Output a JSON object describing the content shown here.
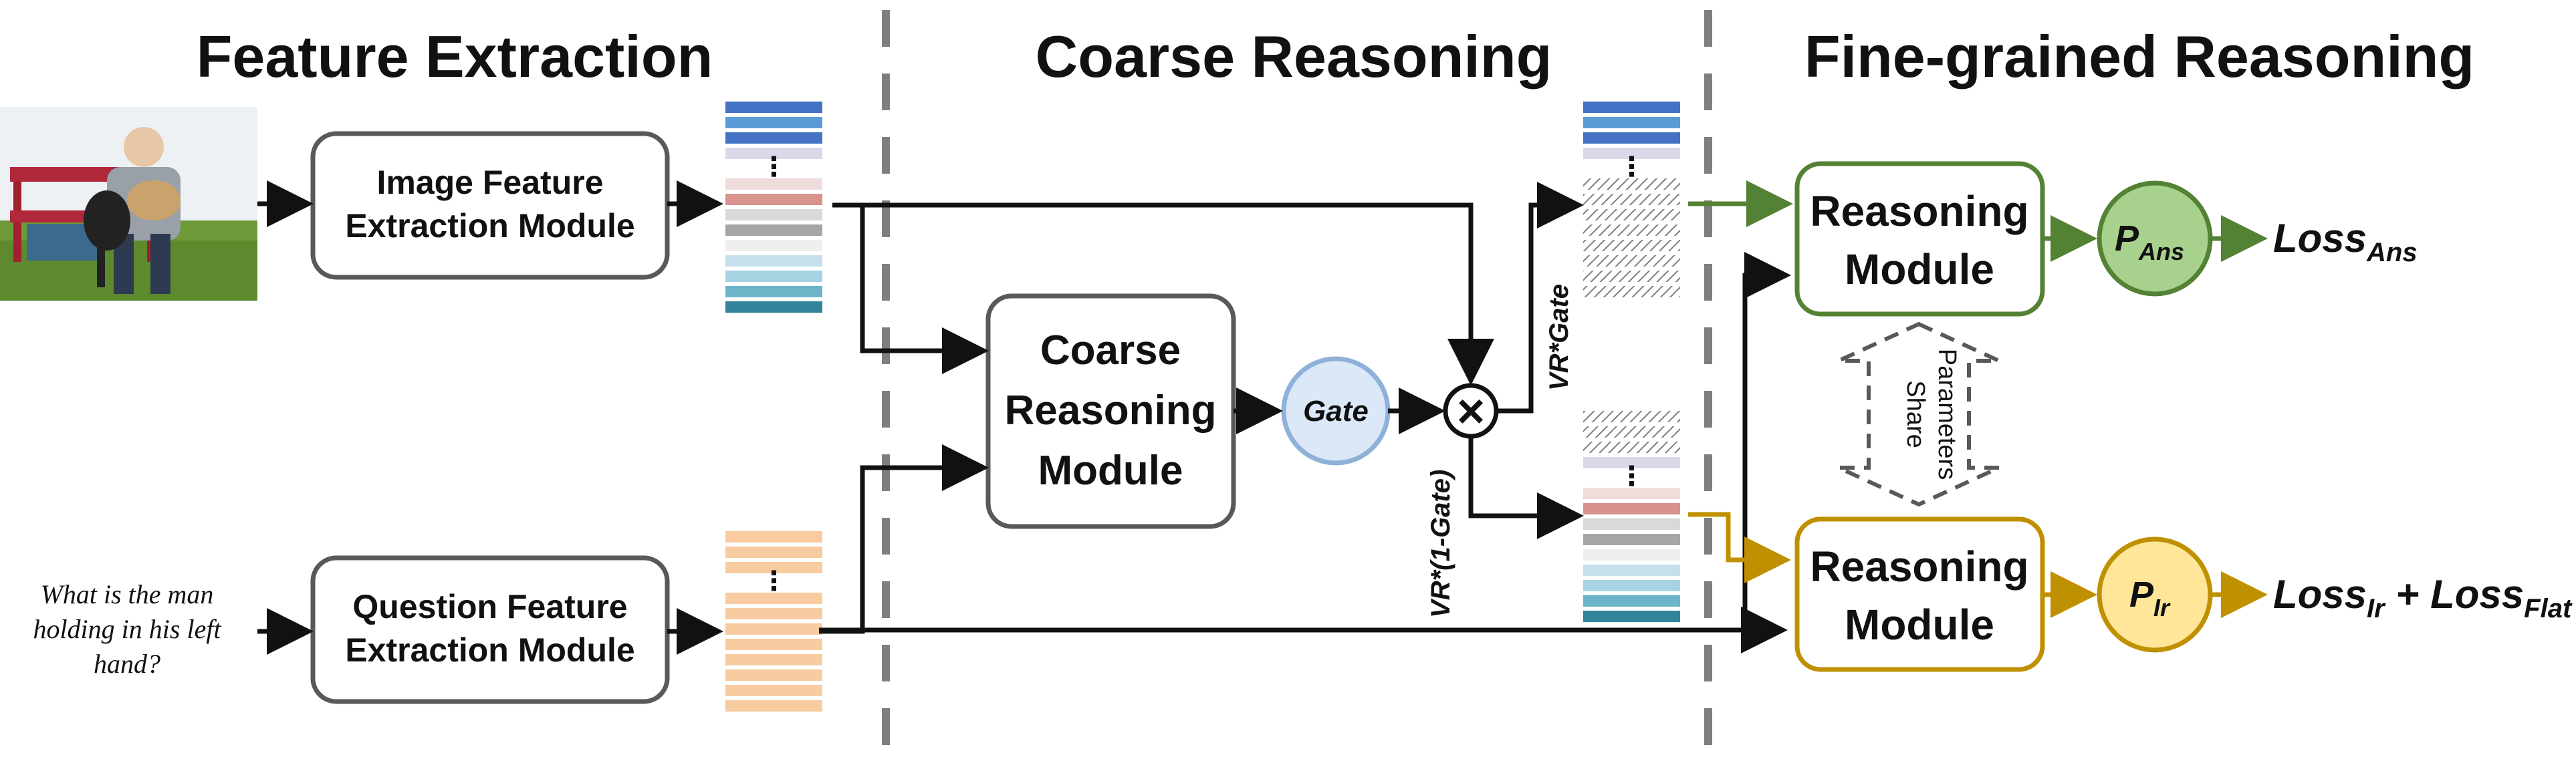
{
  "titles": {
    "feature_extraction": "Feature Extraction",
    "coarse_reasoning": "Coarse Reasoning",
    "fine_grained_reasoning": "Fine-grained Reasoning"
  },
  "modules": {
    "image_feature": [
      "Image Feature",
      "Extraction Module"
    ],
    "question_feature": [
      "Question Feature",
      "Extraction Module"
    ],
    "coarse_reasoning": [
      "Coarse",
      "Reasoning",
      "Module"
    ],
    "reasoning_top": [
      "Reasoning",
      "Module"
    ],
    "reasoning_bottom": [
      "Reasoning",
      "Module"
    ]
  },
  "gate": "Gate",
  "multiply_symbol": "×",
  "edge_labels": {
    "vr_gate": "VR*Gate",
    "vr_one_minus_gate": "VR*(1-Gate)"
  },
  "question_text": [
    "What is the man",
    "holding in his left",
    "hand?"
  ],
  "share_parameters": [
    "Share",
    "Parameters"
  ],
  "outputs": {
    "p_ans": {
      "main": "P",
      "sub": "Ans"
    },
    "p_ir": {
      "main": "P",
      "sub": "Ir"
    },
    "loss_ans": {
      "main": "Loss",
      "sub": "Ans"
    },
    "loss_ir_flat": [
      {
        "main": "Loss",
        "sub": "Ir"
      },
      {
        "main": " + Loss",
        "sub": "Flat"
      }
    ]
  },
  "ellipsis": "⋮",
  "colors": {
    "green": "#548235",
    "green_fill": "#a9d18e",
    "gold": "#bf9000",
    "gold_fill": "#ffe699",
    "gate_fill": "#dae8f7",
    "gate_stroke": "#8fb1d9",
    "orange_feature": "#f8cba0",
    "divider": "#7f7f7f"
  },
  "image_feature_stripes": [
    "#4472c4",
    "#5b9bd5",
    "#4472c4",
    "#dcd8ea",
    "dots",
    "#f1dcdc",
    "#d9938e",
    "#d9d9d9",
    "#a6a6a6",
    "#eeeeee",
    "#c5e0eb",
    "#a6d4e3",
    "#6cb5c8",
    "#31849b"
  ],
  "coarse_top_stripes": [
    "#4472c4",
    "#5b9bd5",
    "#4472c4",
    "#dcd8ea",
    "dots",
    "hatch",
    "hatch",
    "hatch",
    "hatch",
    "hatch",
    "hatch",
    "hatch",
    "hatch"
  ],
  "coarse_bottom_stripes": [
    "hatch",
    "hatch",
    "hatch",
    "#dcd8ea",
    "dots",
    "#f1dcdc",
    "#d9938e",
    "#d9d9d9",
    "#a6a6a6",
    "#eeeeee",
    "#c5e0eb",
    "#a6d4e3",
    "#6cb5c8",
    "#31849b"
  ],
  "question_feature_stripes": [
    "#f8cba0",
    "#f8cba0",
    "#f8cba0",
    "dots",
    "#f8cba0",
    "#f8cba0",
    "#f8cba0",
    "#f8cba0",
    "#f8cba0",
    "#f8cba0",
    "#f8cba0",
    "#f8cba0"
  ]
}
